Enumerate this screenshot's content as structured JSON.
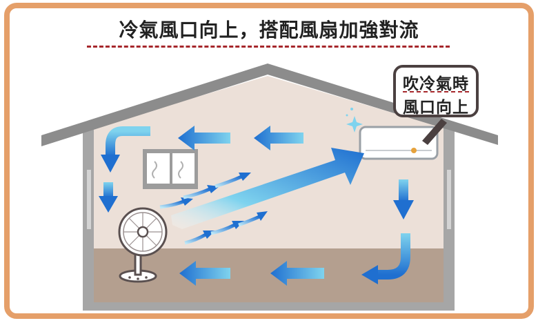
{
  "title": "冷氣風口向上，搭配風扇加強對流",
  "bubble": {
    "line1": "吹冷氣時",
    "line2": "風口向上"
  },
  "colors": {
    "border": "#e59f69",
    "title_underline": "#a6272b",
    "roof": "#8c8c8c",
    "wall": "#a6a6a6",
    "interior": "#ece0d8",
    "floor": "#b49f8f",
    "arrow_blue": "#1f6fd0",
    "arrow_light": "#7fd3ee"
  },
  "icons": [
    "air-conditioner-icon",
    "fan-icon",
    "window-icon",
    "sparkle-icon",
    "airflow-arrow-icon"
  ]
}
